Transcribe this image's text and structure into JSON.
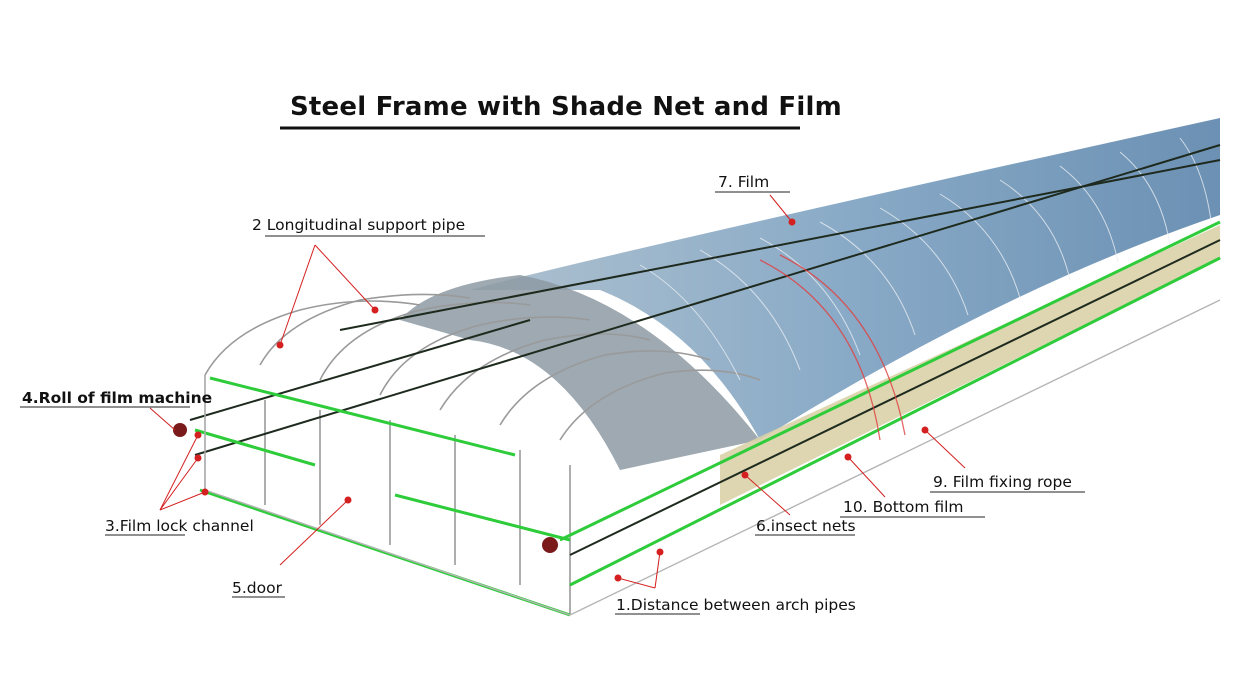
{
  "title": "Steel Frame with Shade Net and Film",
  "labels": {
    "film": "7. Film",
    "longitudinal_support_pipe": "2 Longitudinal support pipe",
    "roll_of_film_machine": "4.Roll of film machine",
    "film_lock_channel": "3.Film lock channel",
    "door": "5.door",
    "distance_between_arch_pipes": "1.Distance between arch pipes",
    "insect_nets": "6.insect nets",
    "bottom_film": "10. Bottom film",
    "film_fixing_rope": "9. Film fixing rope"
  },
  "colors": {
    "frame_line": "#9a9a9a",
    "green_pipe": "#2ecc3a",
    "dark_pipe": "#1e2a1e",
    "film_blue": "#7fa6c4",
    "shade_grey": "#8d9aa3",
    "insect_net": "#d9d2a8",
    "pointer": "#d42020"
  }
}
